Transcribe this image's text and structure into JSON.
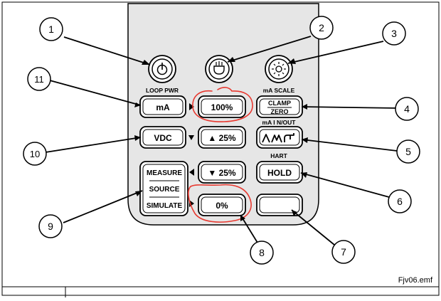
{
  "figure": {
    "filename": "Fjv06.emf"
  },
  "keys": {
    "ma": "mA",
    "pct100": "100%",
    "clamp": "CLAMP",
    "zero": "ZERO",
    "vdc": "VDC",
    "up25": "▲ 25%",
    "down25": "▼ 25%",
    "hold": "HOLD",
    "measure": "MEASURE",
    "source": "SOURCE",
    "simulate": "SIMULATE",
    "pct0": "0%"
  },
  "labels": {
    "loop_pwr": "LOOP PWR",
    "ma_scale": "mA SCALE",
    "ma_in_out": "mA I N/OUT",
    "hart": "HART"
  },
  "callouts": [
    "1",
    "2",
    "3",
    "4",
    "5",
    "6",
    "7",
    "8",
    "9",
    "10",
    "11"
  ],
  "colors": {
    "panel": "#e6e6e6",
    "outline": "#000000",
    "annotation": "#e8382f"
  },
  "icons": [
    "power-icon",
    "backlight-icon",
    "brightness-icon",
    "waveform-icon"
  ]
}
